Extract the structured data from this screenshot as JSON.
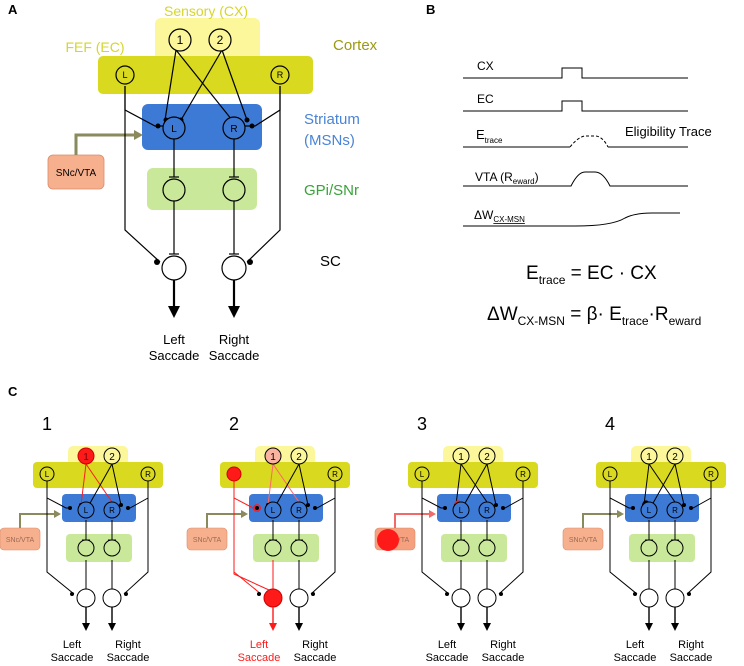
{
  "colors": {
    "yellow_box": "#fbf79a",
    "olive_bar": "#d9d91f",
    "olive_text": "#9a9a12",
    "sensory_text": "#d6d62a",
    "blue_box": "#3d7ad6",
    "blue_text": "#4a84d6",
    "green_box": "#c9e89a",
    "green_text": "#3aa23a",
    "salmon_box": "#f7b08e",
    "arrow_olive": "#8a8a5c",
    "red": "#ff1a1a",
    "black": "#000000"
  },
  "panel_a": {
    "label": "A",
    "sensory": "Sensory (CX)",
    "fef": "FEF (EC)",
    "cortex": "Cortex",
    "striatum": "Striatum",
    "msns": "(MSNs)",
    "gpi": "GPi/SNr",
    "sc": "SC",
    "snc": "SNc/VTA",
    "n1": "1",
    "n2": "2",
    "L": "L",
    "R": "R",
    "left1": "Left",
    "left2": "Saccade",
    "right1": "Right",
    "right2": "Saccade"
  },
  "panel_b": {
    "label": "B",
    "cx": "CX",
    "ec": "EC",
    "etrace_main": "E",
    "etrace_sub": "trace",
    "elig": "Eligibility Trace",
    "vta_main": "VTA (R",
    "vta_sub": "eward",
    "vta_close": ")",
    "dw_main": "ΔW",
    "dw_sub": "CX-MSN",
    "eq1_lhs_main": "E",
    "eq1_lhs_sub": "trace",
    "eq1_rhs": " = EC · CX",
    "eq2_lhs_main": "ΔW",
    "eq2_lhs_sub": "CX-MSN",
    "eq2_mid": " = β· E",
    "eq2_sub1": "trace",
    "eq2_dot": "·R",
    "eq2_sub2": "eward"
  },
  "panel_c": {
    "label": "C",
    "steps": [
      "1",
      "2",
      "3",
      "4"
    ],
    "snc": "SNc/VTA",
    "n1": "1",
    "n2": "2",
    "L": "L",
    "R": "R",
    "left1": "Left",
    "left2": "Saccade",
    "right1": "Right",
    "right2": "Saccade"
  }
}
